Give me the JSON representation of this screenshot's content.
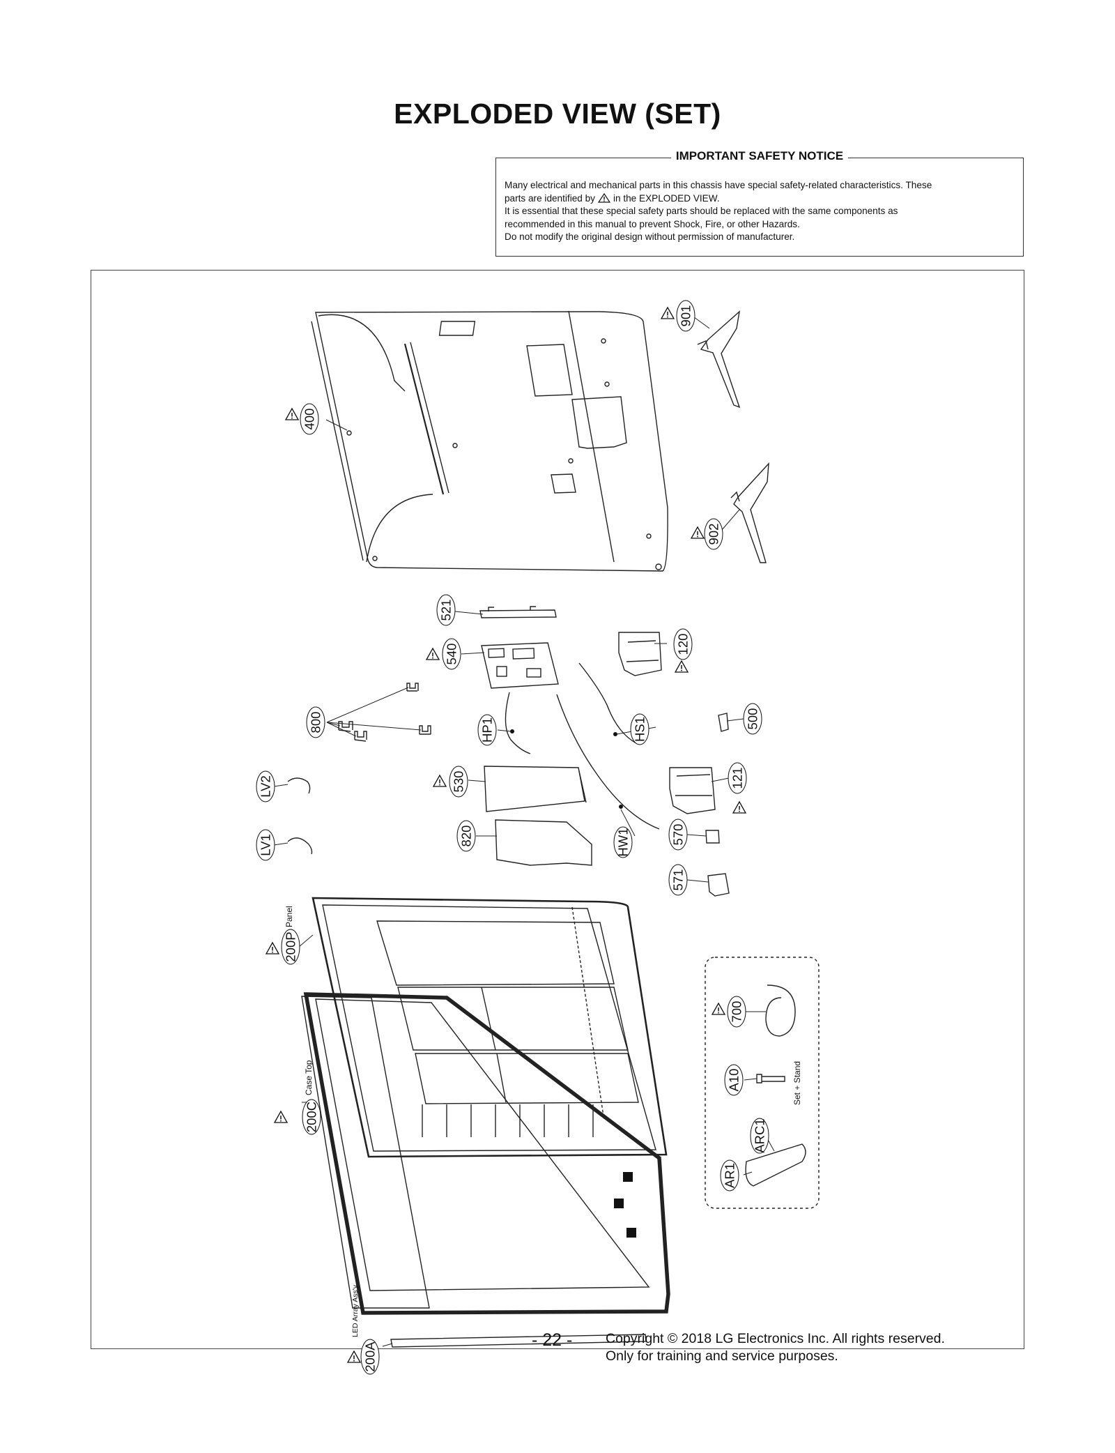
{
  "page": {
    "title": "EXPLODED VIEW (SET)",
    "page_number": "- 22 -",
    "copyright_line1": "Copyright © 2018 LG Electronics Inc. All rights reserved.",
    "copyright_line2": "Only for training and service purposes."
  },
  "notice": {
    "heading": "IMPORTANT SAFETY NOTICE",
    "line1": "Many electrical and mechanical parts in this chassis have special safety-related characteristics. These",
    "line2a": "parts are identified by",
    "line2b": "in the EXPLODED VIEW.",
    "line3": "It is essential that these special safety parts should be replaced with the same components as",
    "line4": "recommended in this manual to prevent Shock, Fire, or other Hazards.",
    "line5": "Do not modify the original design without permission of manufacturer."
  },
  "parts": {
    "p901": "901",
    "p902": "902",
    "p400": "400",
    "p521": "521",
    "p540": "540",
    "p120": "120",
    "p800": "800",
    "pHP1": "HP1",
    "pHS1": "HS1",
    "p500": "500",
    "pLV2": "LV2",
    "p530": "530",
    "p121": "121",
    "pLV1": "LV1",
    "p820": "820",
    "pHW1": "HW1",
    "p570": "570",
    "p571": "571",
    "p200P": "200P",
    "p700": "700",
    "pA10": "A10",
    "p200C": "200C",
    "pARC1": "ARC1",
    "pAR1": "AR1",
    "p200A": "200A"
  },
  "labels": {
    "panel": "Panel",
    "case_top": "Case Top",
    "led_array": "LED Array Ass'y",
    "set_stand": "Set + Stand"
  },
  "icons": [
    "warning-triangle-icon"
  ]
}
